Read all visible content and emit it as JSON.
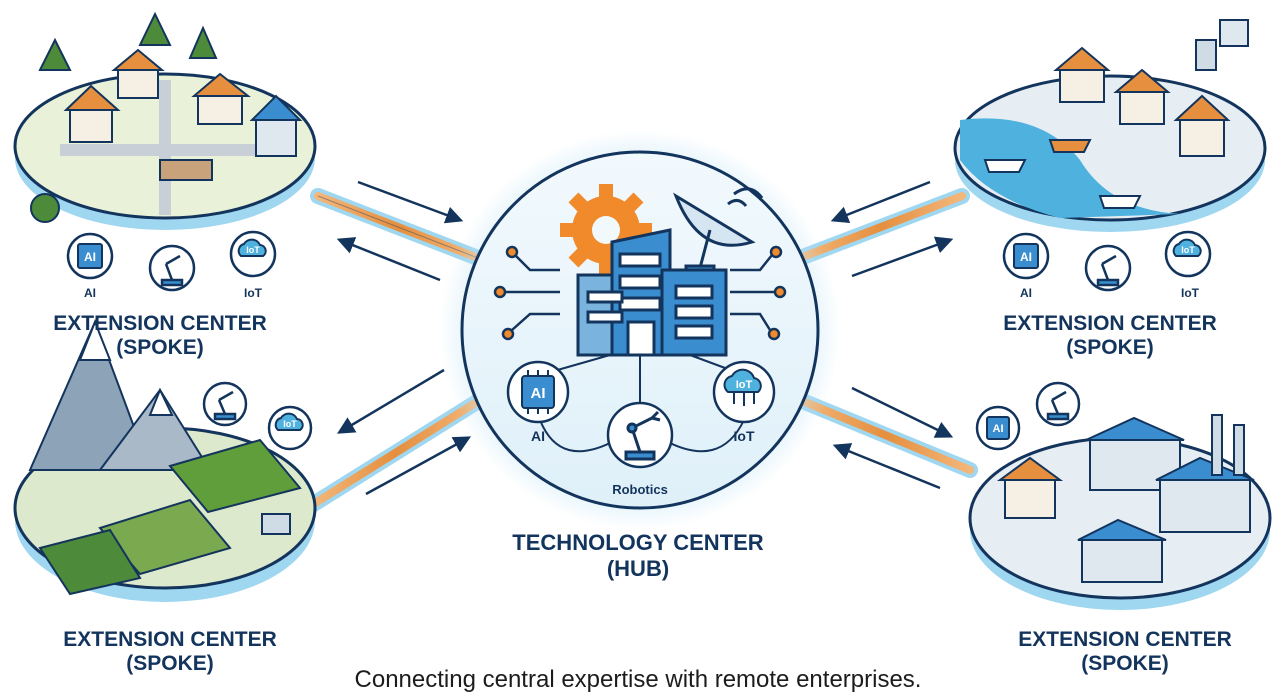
{
  "hub": {
    "title": "TECHNOLOGY CENTER",
    "subtitle": "(HUB)",
    "icons": {
      "ai": {
        "badge": "AI",
        "label": "AI"
      },
      "robotics": {
        "label": "Robotics"
      },
      "iot": {
        "badge": "IoT",
        "label": "IoT"
      }
    }
  },
  "spokes": {
    "top_left": {
      "title": "EXTENSION CENTER",
      "subtitle": "(SPOKE)",
      "ai_badge": "AI",
      "ai_label": "AI",
      "iot_badge": "IoT",
      "iot_label": "IoT"
    },
    "top_right": {
      "title": "EXTENSION CENTER",
      "subtitle": "(SPOKE)",
      "ai_badge": "AI",
      "ai_label": "AI",
      "iot_badge": "IoT",
      "iot_label": "IoT"
    },
    "bottom_left": {
      "title": "EXTENSION CENTER",
      "subtitle": "(SPOKE)",
      "iot_badge": "IoT"
    },
    "bottom_right": {
      "title": "EXTENSION CENTER",
      "subtitle": "(SPOKE)",
      "ai_badge": "AI"
    }
  },
  "caption": "Connecting central expertise with remote enterprises.",
  "colors": {
    "navy": "#13345c",
    "link_orange": "#e79a4a",
    "hub_glow": "#bfe4f7",
    "building_blue": "#3a8ed0",
    "gear_orange": "#f08a2a",
    "water": "#4fb2de",
    "field_green": "#5f9e3a"
  }
}
